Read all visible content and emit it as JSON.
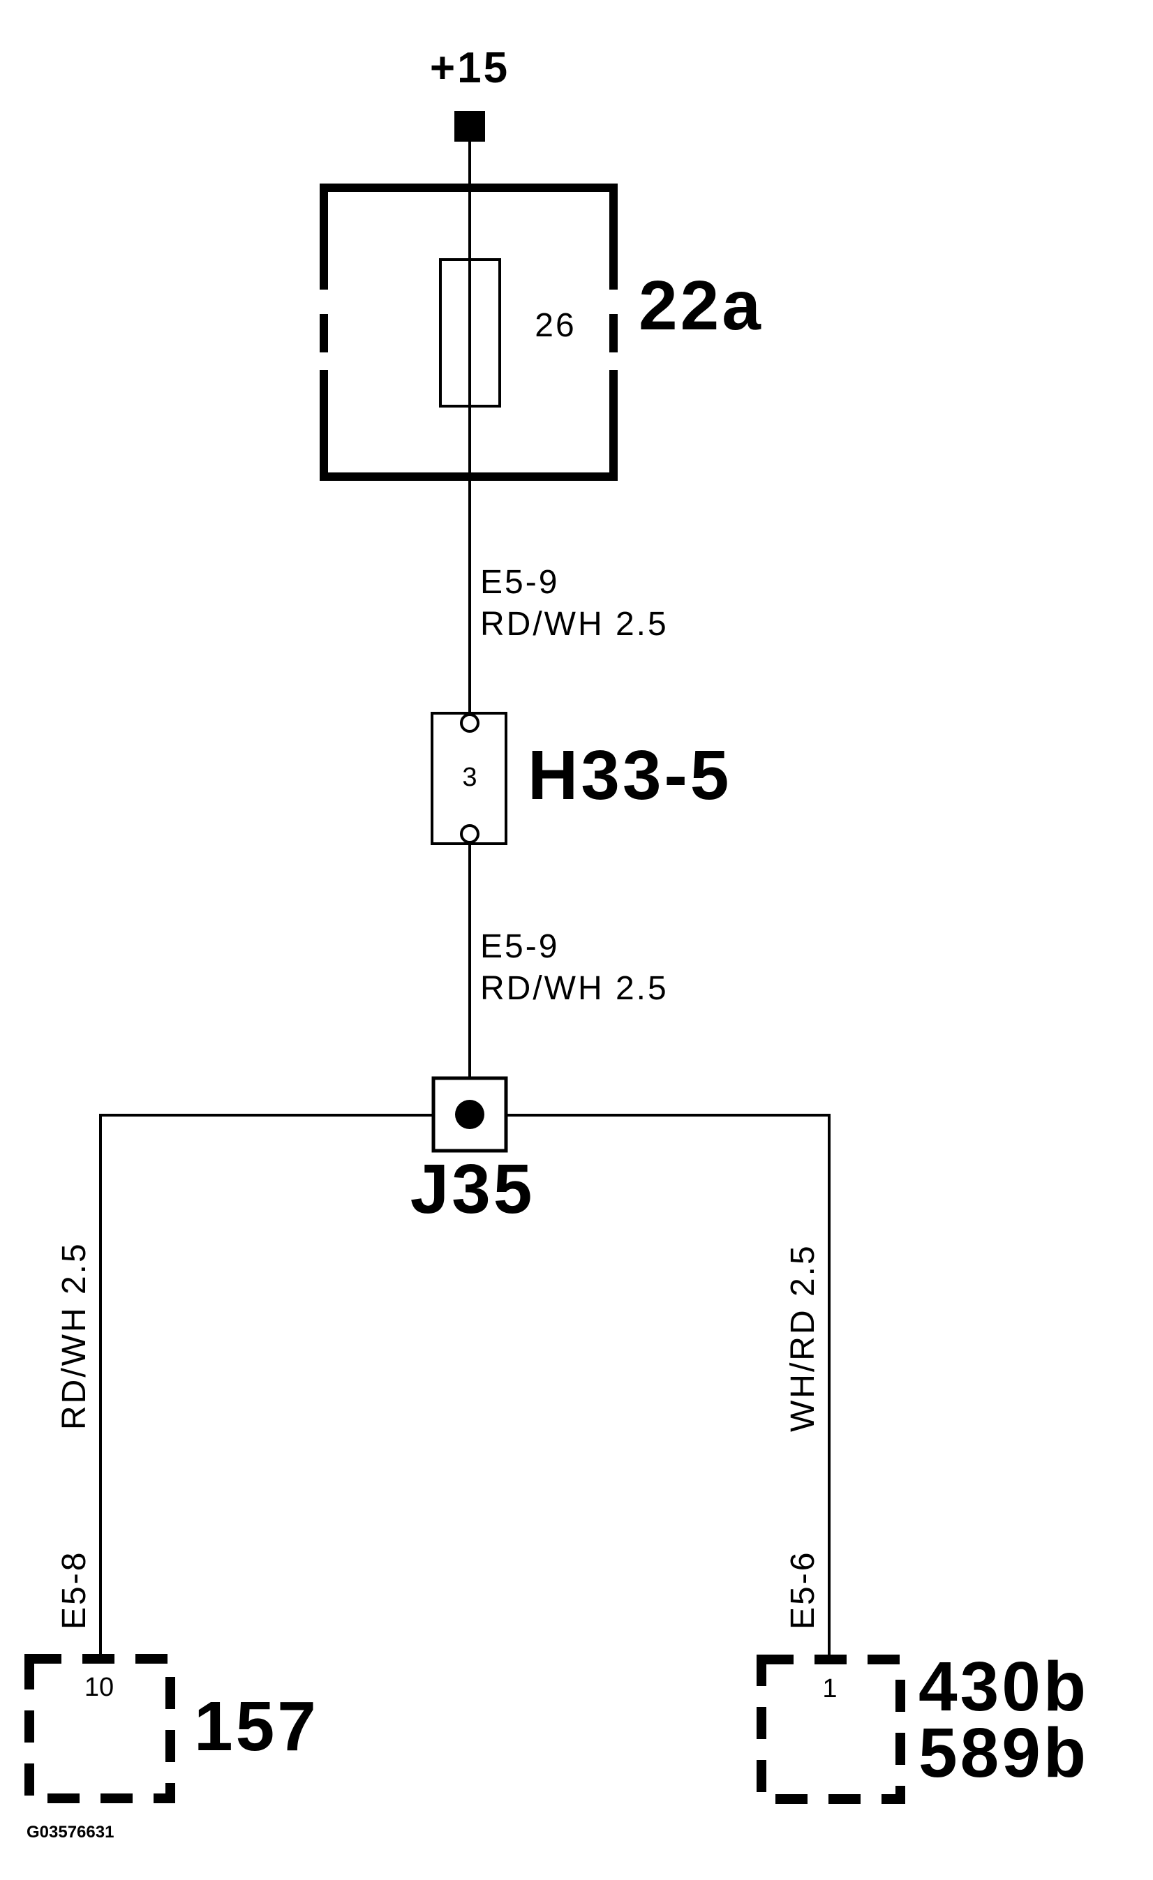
{
  "supply": {
    "label": "+15"
  },
  "fuse_box": {
    "id": "22a",
    "fuse_number": "26"
  },
  "wire_upper": {
    "code": "E5-9",
    "spec": "RD/WH 2.5"
  },
  "connector_h33": {
    "id": "H33-5",
    "pin": "3"
  },
  "wire_middle": {
    "code": "E5-9",
    "spec": "RD/WH 2.5"
  },
  "junction": {
    "id": "J35"
  },
  "branch_left": {
    "wire_spec": "RD/WH 2.5",
    "wire_code": "E5-8",
    "component": {
      "pin": "10",
      "id": "157"
    }
  },
  "branch_right": {
    "wire_spec": "WH/RD 2.5",
    "wire_code": "E5-6",
    "component": {
      "pin": "1",
      "id_line1": "430b",
      "id_line2": "589b"
    }
  },
  "figure_id": "G03576631"
}
